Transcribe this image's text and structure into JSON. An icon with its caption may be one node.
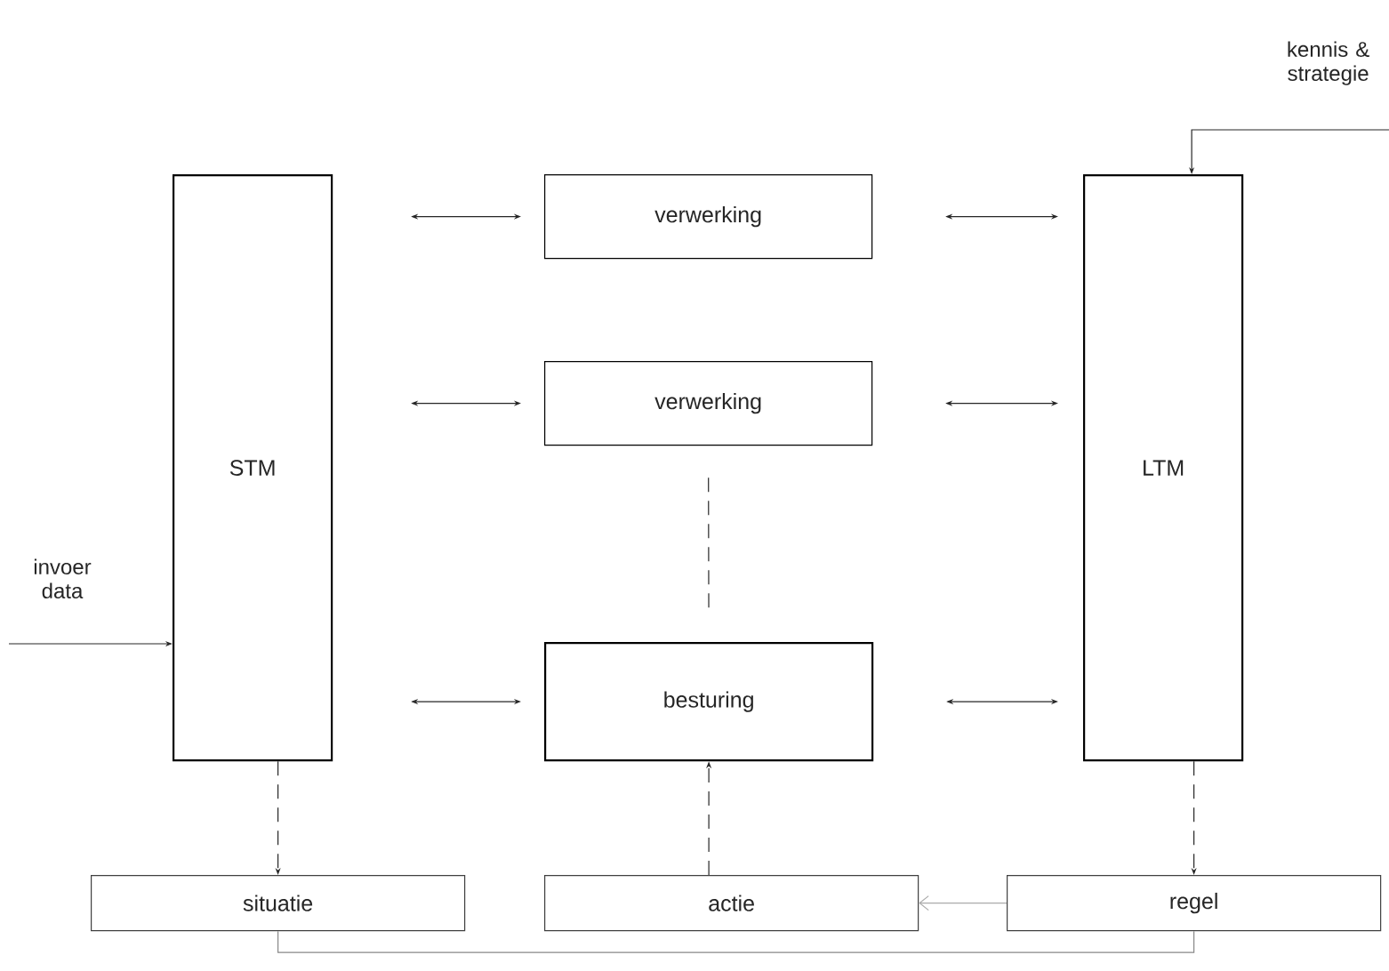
{
  "diagram": {
    "nodes": [
      {
        "text": [
          "STM"
        ]
      },
      {
        "text": [
          "verwerking"
        ]
      },
      {
        "text": [
          "verwerking"
        ]
      },
      {
        "text": [
          "besturing"
        ]
      },
      {
        "text": [
          "LTM"
        ]
      },
      {
        "text": [
          "situatie"
        ]
      },
      {
        "text": [
          "actie"
        ]
      },
      {
        "text": [
          "regel"
        ]
      }
    ],
    "edges": [
      {
        "from": 0,
        "to": 1,
        "arrow": "both"
      },
      {
        "from": 1,
        "to": 4,
        "arrow": "both"
      },
      {
        "from": 0,
        "to": 2,
        "arrow": "both"
      },
      {
        "from": 2,
        "to": 4,
        "arrow": "both"
      },
      {
        "from": 0,
        "to": 3,
        "arrow": "both"
      },
      {
        "from": 3,
        "to": 4,
        "arrow": "both"
      },
      {
        "from": 2,
        "to": 3,
        "arrow": "none",
        "style": "dashed"
      },
      {
        "from": null,
        "to": 0,
        "arrow": "to"
      },
      {
        "from": null,
        "to": 4,
        "arrow": "to"
      },
      {
        "from": 0,
        "to": 5,
        "arrow": "to",
        "style": "dashed"
      },
      {
        "from": 6,
        "to": 3,
        "arrow": "to",
        "style": "dashed"
      },
      {
        "from": 4,
        "to": 7,
        "arrow": "to",
        "style": "dashed"
      },
      {
        "from": 7,
        "to": 6,
        "arrow": "to",
        "color": "#aaaaaa"
      },
      {
        "from": 5,
        "to": 7,
        "arrow": "none",
        "color": "#888888"
      }
    ],
    "labels": [
      "kennis & strategie",
      "invoer data"
    ]
  }
}
